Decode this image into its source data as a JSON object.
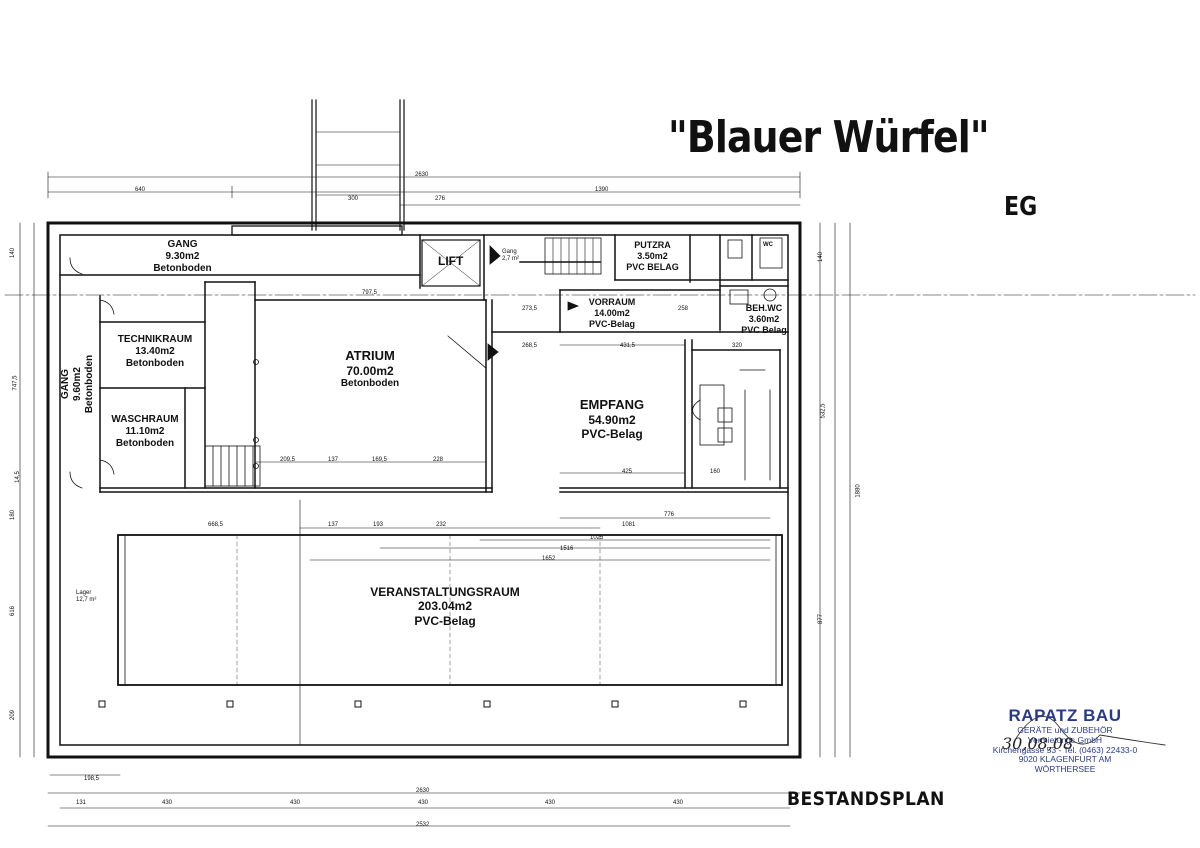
{
  "title": "\"Blauer Würfel\"",
  "floor_label": "EG",
  "plan_type": "BESTANDSPLAN",
  "rooms": [
    {
      "name": "GANG",
      "area": "9.30m2",
      "floor": "Betonboden"
    },
    {
      "name": "TECHNIKRAUM",
      "area": "13.40m2",
      "floor": "Betonboden"
    },
    {
      "name": "GANG",
      "area": "9.60m2",
      "floor": "Betonboden"
    },
    {
      "name": "WASCHRAUM",
      "area": "11.10m2",
      "floor": "Betonboden"
    },
    {
      "name": "ATRIUM",
      "area": "70.00m2",
      "floor": "Betonboden"
    },
    {
      "name": "PUTZRA",
      "area": "3.50m2",
      "floor": "PVC BELAG"
    },
    {
      "name": "VORRAUM",
      "area": "14.00m2",
      "floor": "PVC-Belag"
    },
    {
      "name": "BEH.WC",
      "area": "3.60m2",
      "floor": "PVC Belag"
    },
    {
      "name": "EMPFANG",
      "area": "54.90m2",
      "floor": "PVC-Belag"
    },
    {
      "name": "VERANSTALTUNGSRAUM",
      "area": "203.04m2",
      "floor": "PVC-Belag"
    }
  ],
  "small_labels": {
    "lift": "LIFT",
    "gang_small": "Gang",
    "gang_small_area": "2,7 m²",
    "lager": "Lager",
    "lager_area": "12,7 m²",
    "wc": "WC"
  },
  "dimensions": {
    "top_total": "2630",
    "top_left": "640",
    "top_mid": "300",
    "top_right": "1390",
    "top_sub": "276",
    "vorraum_a": "273,5",
    "vorraum_b": "258",
    "atrium_w": "797,5",
    "empfang_a": "268,5",
    "empfang_b": "431,5",
    "empfang_c": "320",
    "row_a": "209,5",
    "row_b": "137",
    "row_c": "169,5",
    "row_d": "228",
    "row_e": "425",
    "row_f": "160",
    "v_a": "668,5",
    "v_b": "137",
    "v_c": "193",
    "v_d": "232",
    "v_e": "1081",
    "v_f": "1025",
    "v_g": "1516",
    "v_h": "1652",
    "v_i": "776",
    "bottom_total": "2630",
    "bottom_b": "2532",
    "bottom_c": "198,5",
    "bottom_d": "131",
    "bottom_430_1": "430",
    "bottom_430_2": "430",
    "bottom_430_3": "430",
    "bottom_430_4": "430",
    "bottom_430_5": "430",
    "left_a": "140",
    "left_b": "747,5",
    "left_c": "14,5",
    "left_d": "180",
    "left_e": "616",
    "left_f": "209",
    "right_a": "140",
    "right_b": "532,5",
    "right_c": "877",
    "right_d": "1880"
  },
  "stamp": {
    "company": "RAPATZ BAU",
    "line1": "GERÄTE und ZUBEHÖR",
    "line2": "Vermietungs GmbH",
    "line3": "Kirchengasse 53 - Tel. (0463) 22433-0",
    "line4": "9020 KLAGENFURT AM WÖRTHERSEE",
    "signature": "30,08,08"
  }
}
